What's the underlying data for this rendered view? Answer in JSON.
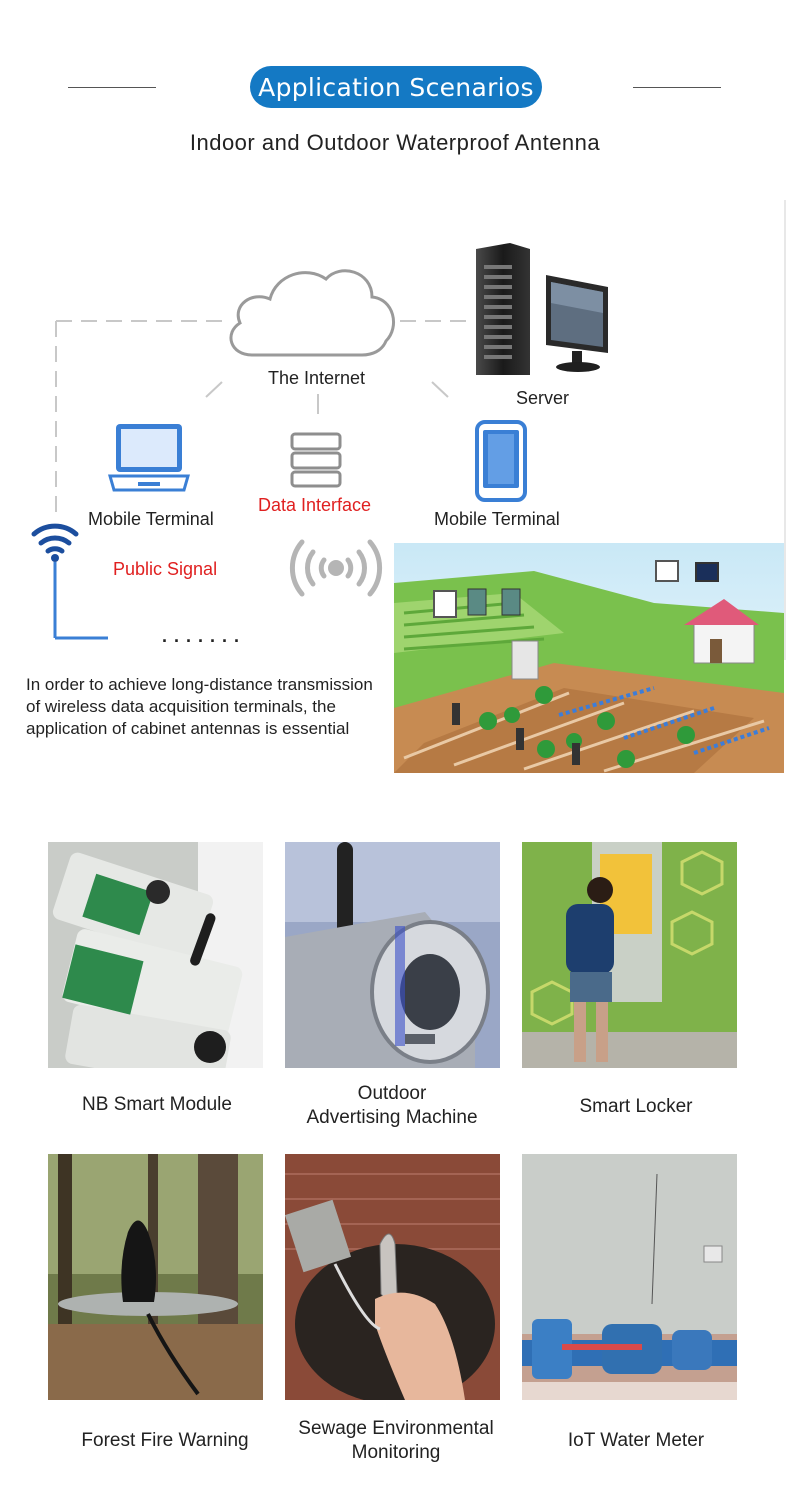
{
  "header": {
    "title": "Application Scenarios",
    "subtitle": "Indoor and Outdoor Waterproof Antenna"
  },
  "diagram": {
    "internet_label": "The Internet",
    "server_label": "Server",
    "mobile_terminal_left": "Mobile Terminal",
    "data_interface_label": "Data Interface",
    "mobile_terminal_right": "Mobile Terminal",
    "public_signal_label": "Public Signal",
    "dots": ". . . . . . .",
    "description": "In order to achieve long-distance transmission of wireless data acquisition terminals, the application of cabinet antennas is essential",
    "colors": {
      "accent": "#1479c4",
      "red_label": "#e02020",
      "device_blue": "#3a7fd5"
    }
  },
  "scenarios": [
    {
      "caption": "NB Smart Module"
    },
    {
      "caption": "Outdoor Advertising Machine",
      "line1": "Outdoor",
      "line2": "Advertising Machine"
    },
    {
      "caption": "Smart Locker"
    },
    {
      "caption": "Forest Fire Warning"
    },
    {
      "caption": "Sewage Environmental Monitoring",
      "line1": "Sewage Environmental",
      "line2": "Monitoring"
    },
    {
      "caption": "IoT Water Meter"
    }
  ]
}
